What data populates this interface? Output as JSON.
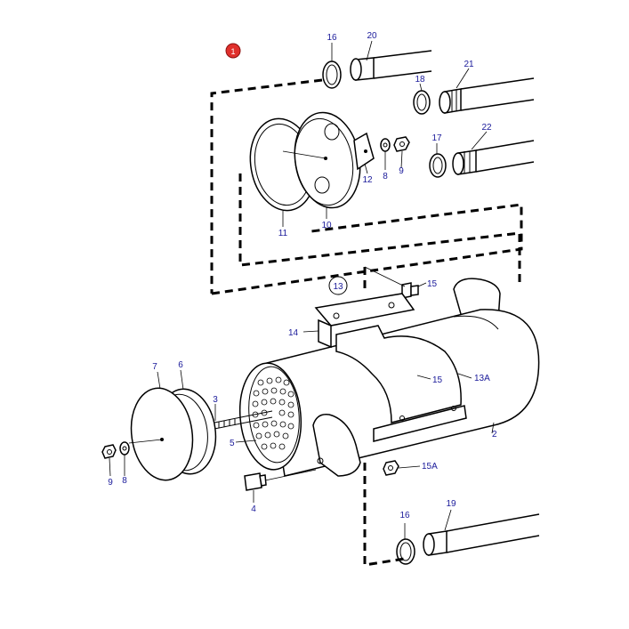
{
  "colors": {
    "callout_text": "#1a1a9a",
    "marker_fill": "#e0302c",
    "line": "#000000"
  },
  "marker": {
    "label": "1"
  },
  "reference_box": {
    "label": "13"
  },
  "callouts": {
    "c16_top": "16",
    "c20": "20",
    "c21": "21",
    "c18": "18",
    "c17": "17",
    "c22": "22",
    "c12": "12",
    "c8_top": "8",
    "c9_top": "9",
    "c11": "11",
    "c10": "10",
    "c15_top": "15",
    "c14": "14",
    "c15_mid": "15",
    "c13a": "13A",
    "c7": "7",
    "c6": "6",
    "c3": "3",
    "c5": "5",
    "c2": "2",
    "c15a": "15A",
    "c9_bottom": "9",
    "c8_bottom": "8",
    "c4": "4",
    "c16_bottom": "16",
    "c19": "19"
  }
}
